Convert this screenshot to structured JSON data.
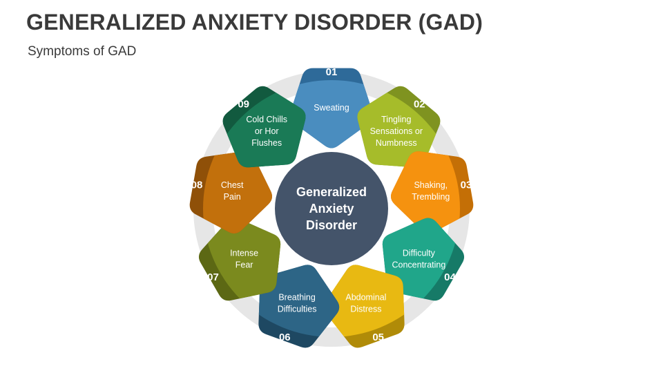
{
  "title": "GENERALIZED ANXIETY DISORDER (GAD)",
  "subtitle": "Symptoms of GAD",
  "center": {
    "lines": [
      "Generalized",
      "Anxiety",
      "Disorder"
    ],
    "color": "#44546a"
  },
  "ring_color": "#e6e6e6",
  "items": [
    {
      "num": "01",
      "lines": [
        "Sweating"
      ],
      "color": "#4a8dbf",
      "dark": "#2e6a99"
    },
    {
      "num": "02",
      "lines": [
        "Tingling",
        "Sensations or",
        "Numbness"
      ],
      "color": "#a6bc2a",
      "dark": "#7f9320"
    },
    {
      "num": "03",
      "lines": [
        "Shaking,",
        "Trembling"
      ],
      "color": "#f5920f",
      "dark": "#c46f06"
    },
    {
      "num": "04",
      "lines": [
        "Difficulty",
        "Concentrating"
      ],
      "color": "#20a68a",
      "dark": "#167a67"
    },
    {
      "num": "05",
      "lines": [
        "Abdominal",
        "Distress"
      ],
      "color": "#e8b912",
      "dark": "#b08b08"
    },
    {
      "num": "06",
      "lines": [
        "Breathing",
        "Difficulties"
      ],
      "color": "#2d6586",
      "dark": "#1e4862"
    },
    {
      "num": "07",
      "lines": [
        "Intense",
        "Fear"
      ],
      "color": "#7b8a1e",
      "dark": "#5c6814"
    },
    {
      "num": "08",
      "lines": [
        "Chest",
        "Pain"
      ],
      "color": "#c2700c",
      "dark": "#8f5008"
    },
    {
      "num": "09",
      "lines": [
        "Cold Chills",
        "or Hor",
        "Flushes"
      ],
      "color": "#1a7a56",
      "dark": "#125a3f"
    }
  ]
}
